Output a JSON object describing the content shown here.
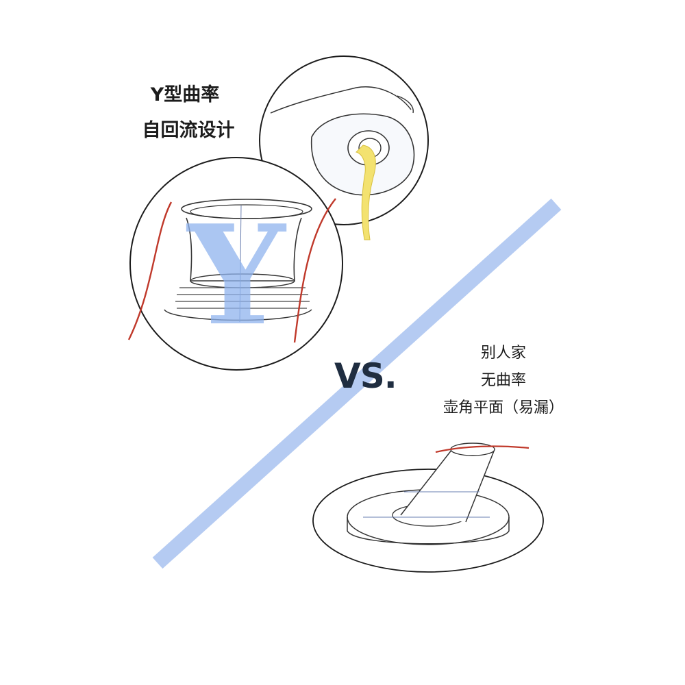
{
  "top_callout": {
    "title": "Y型曲率",
    "caption": "自回流设计",
    "letter": "Y"
  },
  "divider": {
    "text": "VS."
  },
  "bottom_callout": {
    "lines": [
      "别人家",
      "无曲率",
      "壶角平面（易漏）"
    ]
  },
  "colors": {
    "ink": "#1c1c1c",
    "curvature_red": "#c0392b",
    "accent_blue": "#9fbcee",
    "oil_yellow": "#f3e270",
    "vs_navy": "#1f2d40"
  }
}
